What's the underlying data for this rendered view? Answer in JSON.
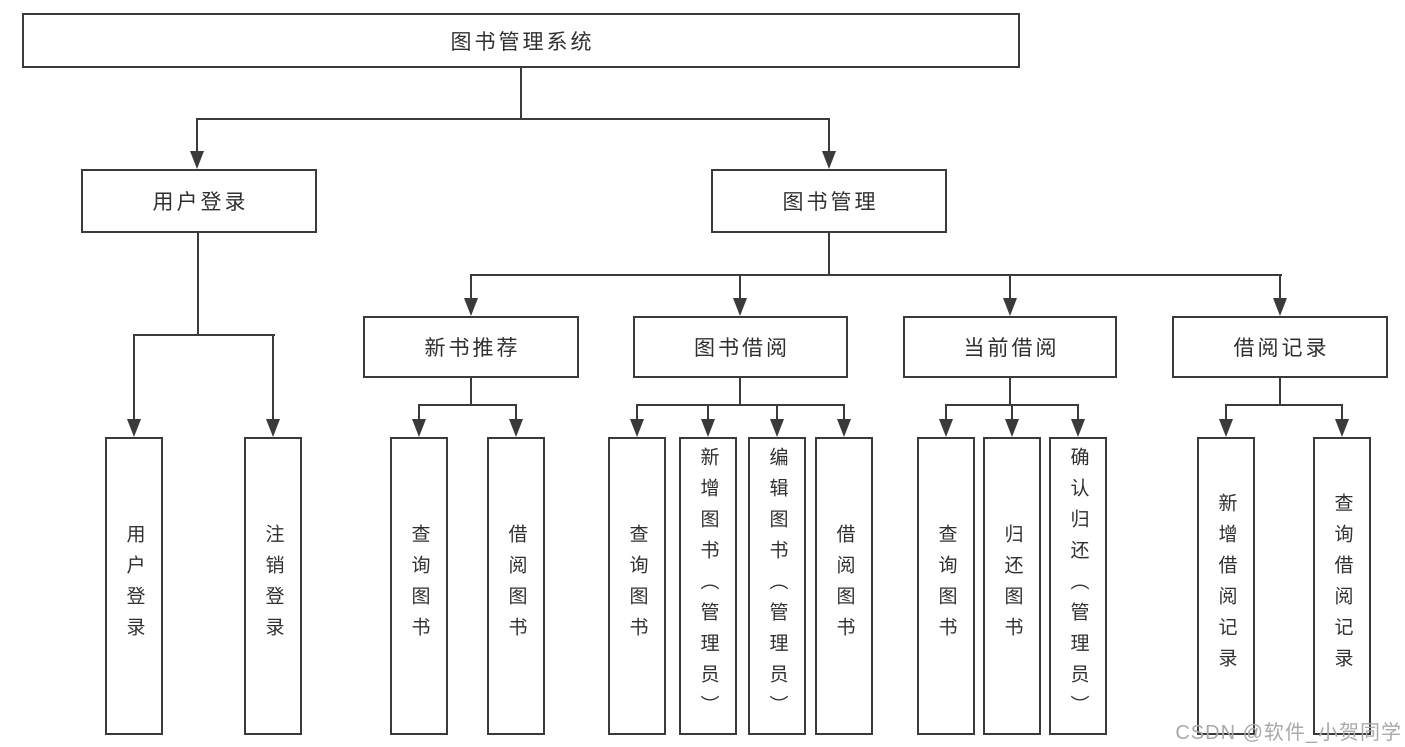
{
  "title": "图书管理系统",
  "watermark": "CSDN @软件_小贺同学",
  "colors": {
    "line": "#3a3a3a",
    "text": "#303030",
    "watermark": "#a9a9a9",
    "background": "#ffffff"
  },
  "tree": {
    "label": "图书管理系统",
    "children": [
      {
        "label": "用户登录",
        "children": [
          {
            "label": "用户登录"
          },
          {
            "label": "注销登录"
          }
        ]
      },
      {
        "label": "图书管理",
        "children": [
          {
            "label": "新书推荐",
            "children": [
              {
                "label": "查询图书"
              },
              {
                "label": "借阅图书"
              }
            ]
          },
          {
            "label": "图书借阅",
            "children": [
              {
                "label": "查询图书"
              },
              {
                "label": "新增图书（管理员）"
              },
              {
                "label": "编辑图书（管理员）"
              },
              {
                "label": "借阅图书"
              }
            ]
          },
          {
            "label": "当前借阅",
            "children": [
              {
                "label": "查询图书"
              },
              {
                "label": "归还图书"
              },
              {
                "label": "确认归还（管理员）"
              }
            ]
          },
          {
            "label": "借阅记录",
            "children": [
              {
                "label": "新增借阅记录"
              },
              {
                "label": "查询借阅记录"
              }
            ]
          }
        ]
      }
    ]
  }
}
